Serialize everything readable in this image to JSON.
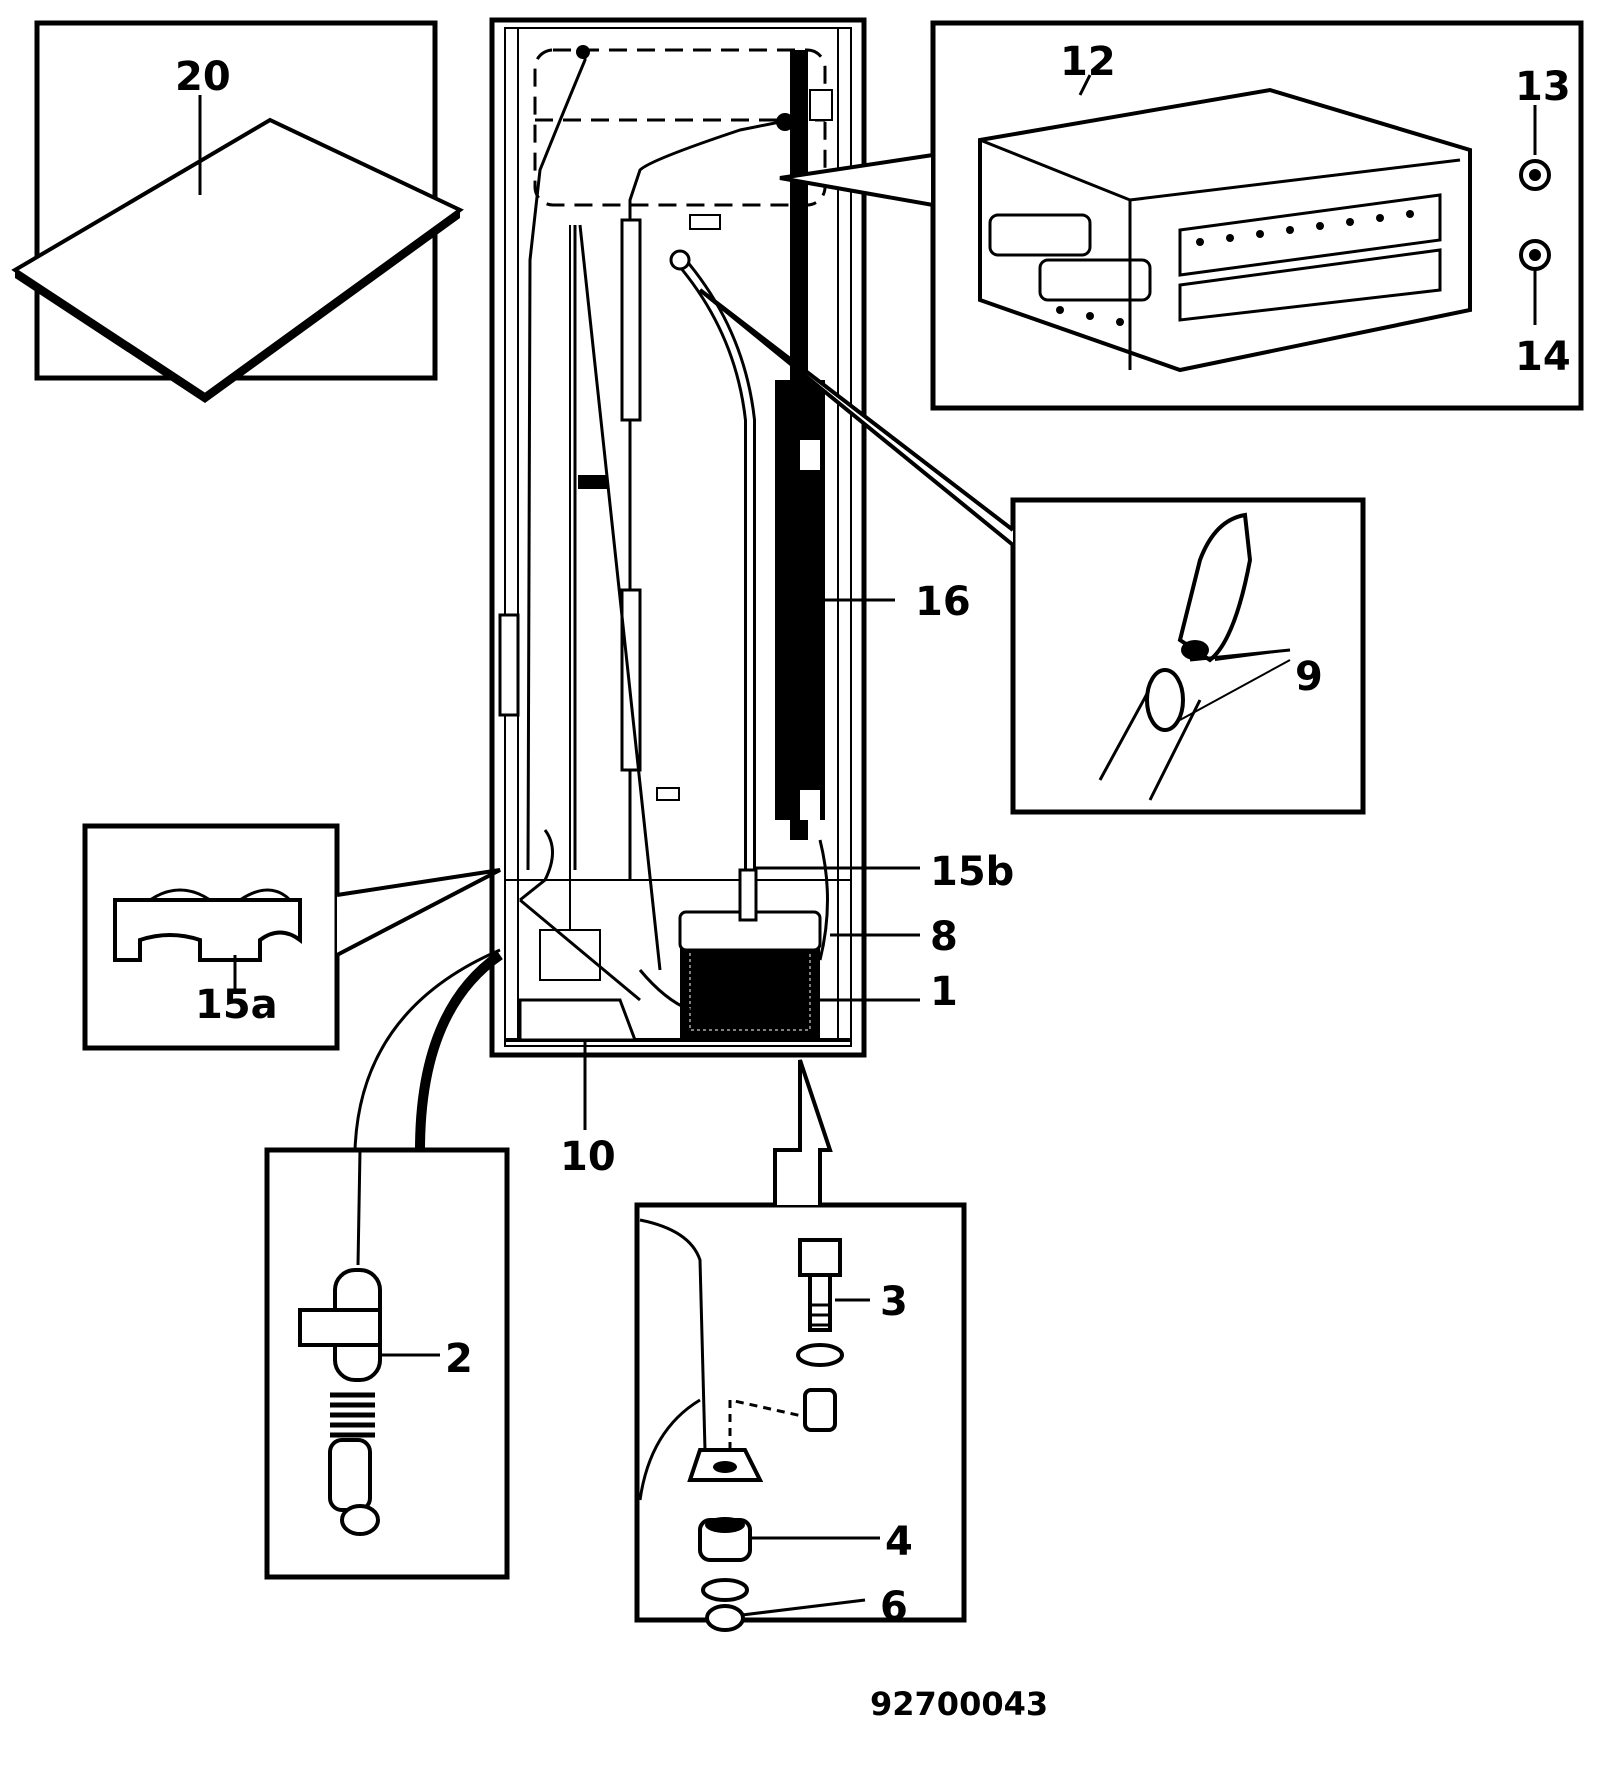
{
  "labels": {
    "l20": "20",
    "l12": "12",
    "l13": "13",
    "l14": "14",
    "l16": "16",
    "l9": "9",
    "l15b": "15b",
    "l8": "8",
    "l1": "1",
    "l15a": "15a",
    "l10": "10",
    "l2": "2",
    "l3": "3",
    "l4": "4",
    "l6": "6"
  },
  "drawing_number": "92700043",
  "colors": {
    "ink": "#000000",
    "paper": "#ffffff"
  }
}
